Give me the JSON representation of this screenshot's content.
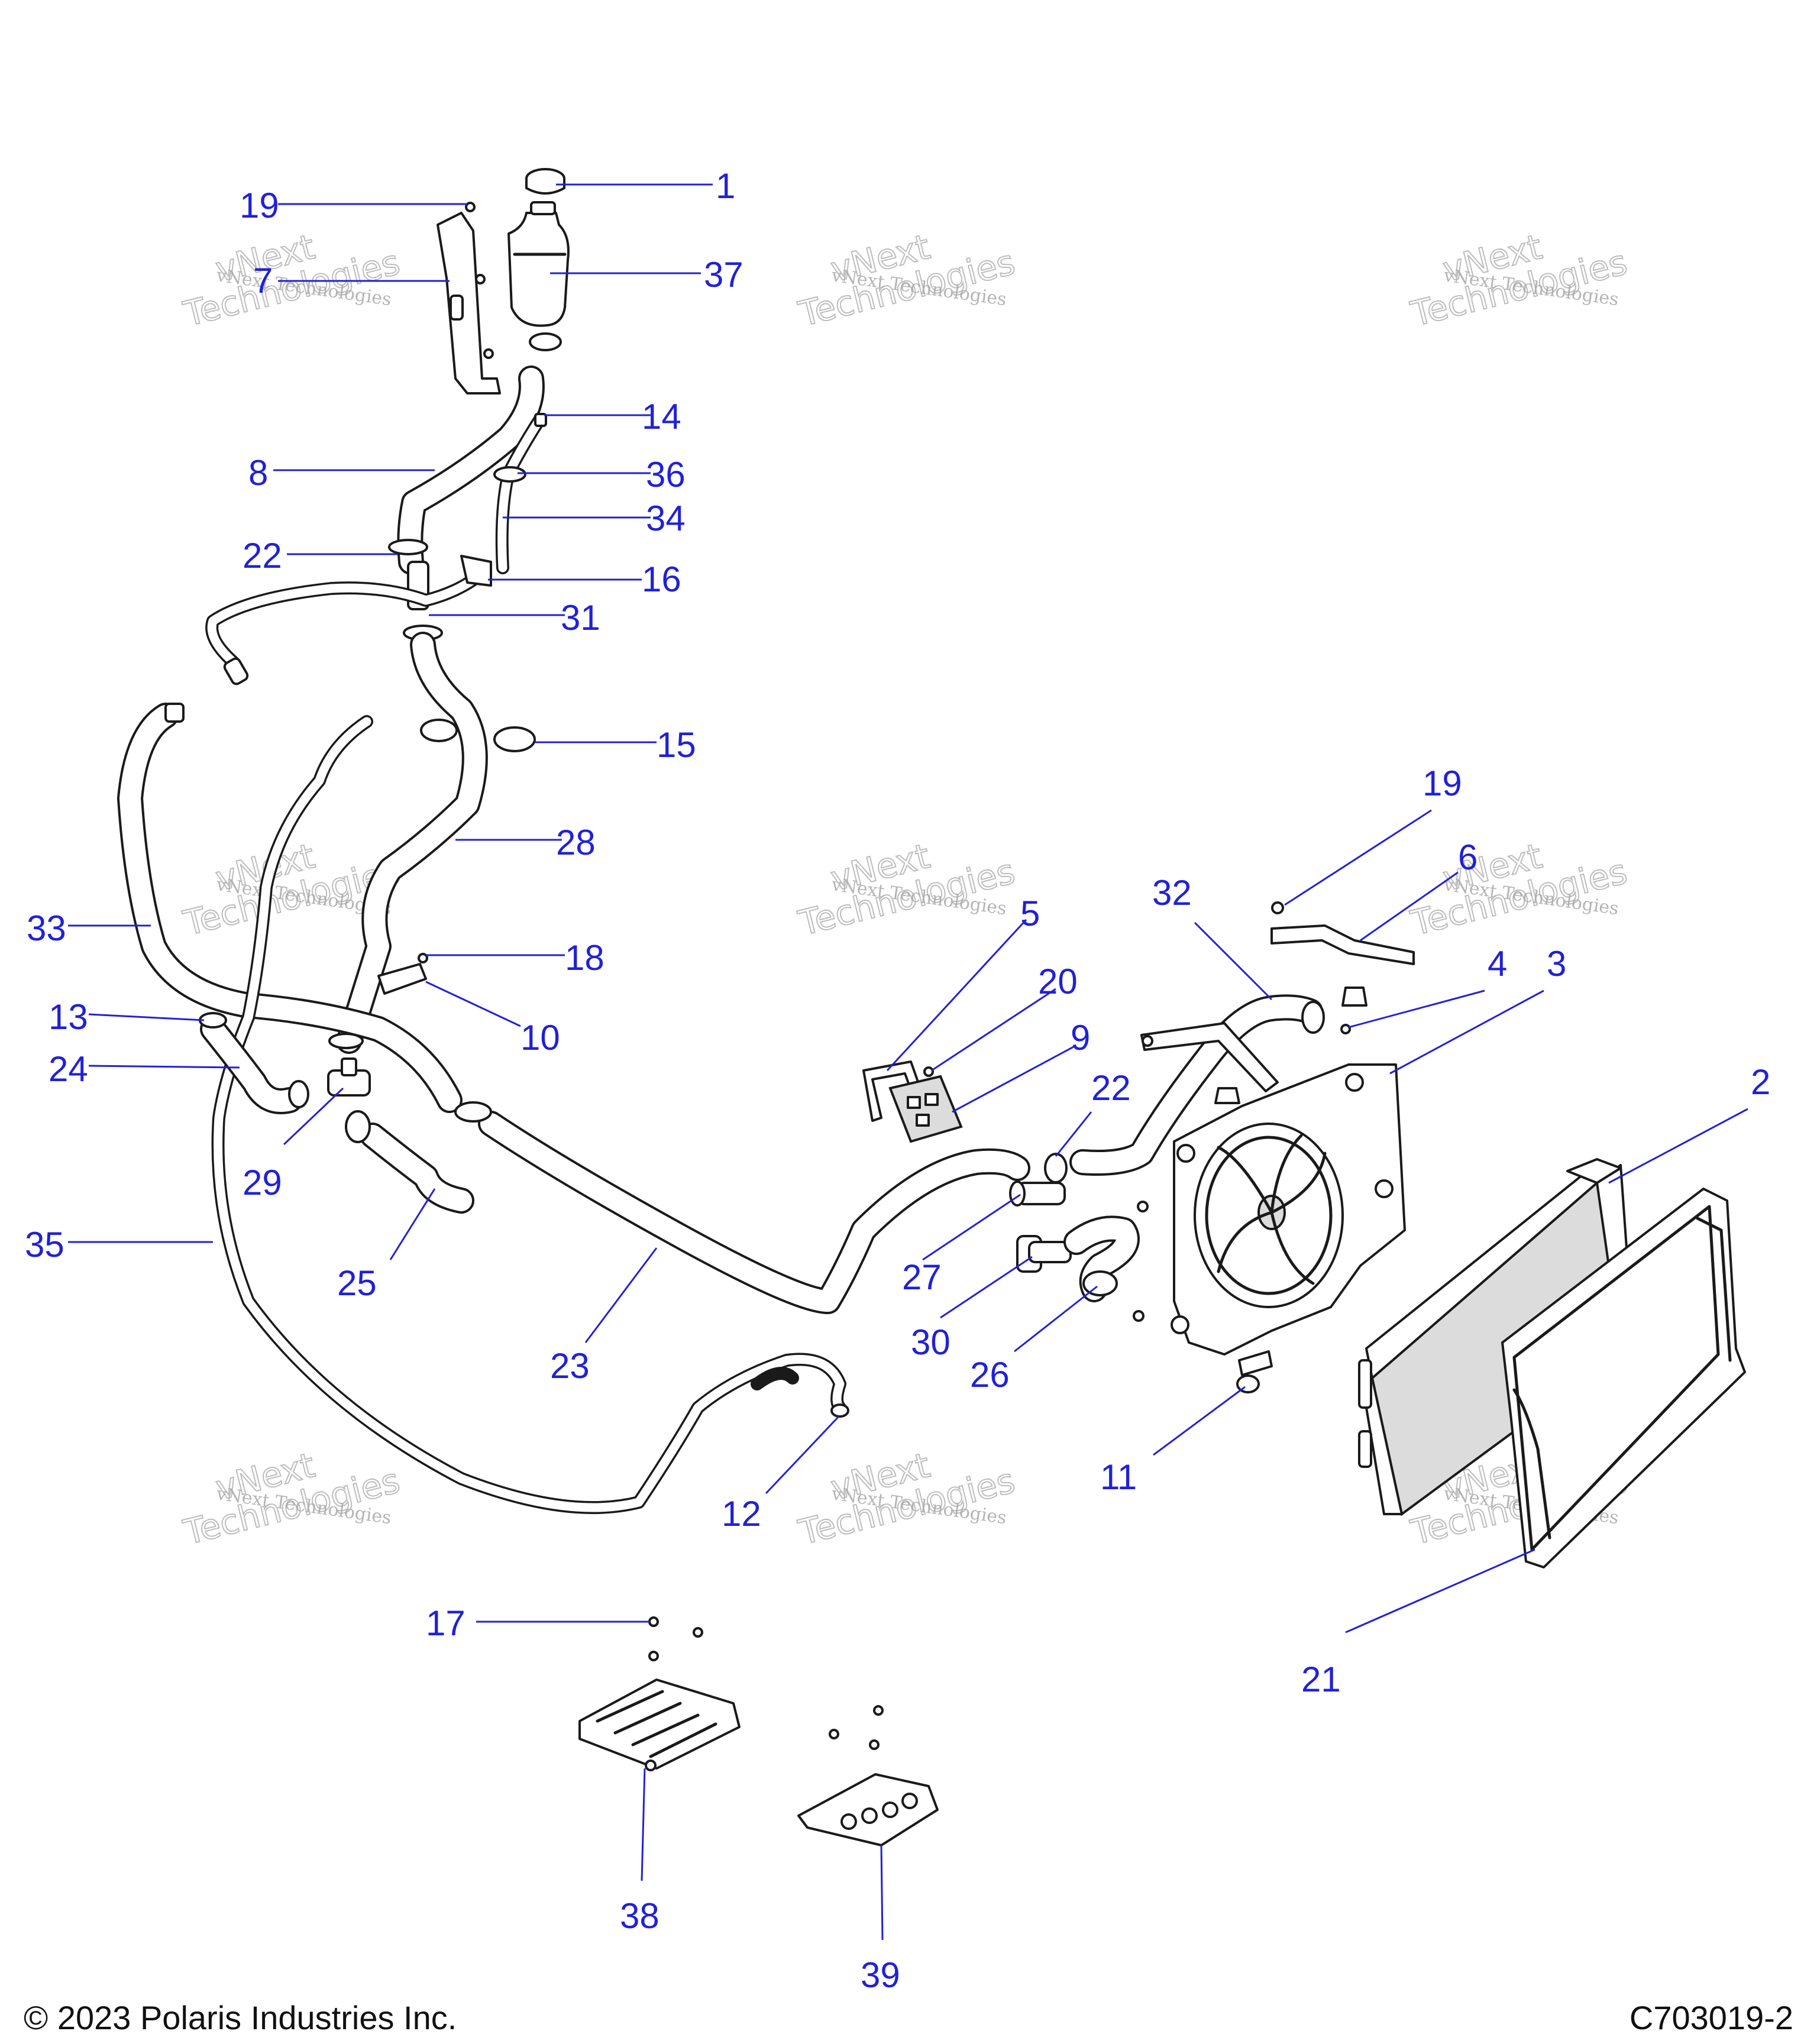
{
  "diagram": {
    "callouts": [
      "1",
      "2",
      "3",
      "4",
      "5",
      "6",
      "7",
      "8",
      "9",
      "10",
      "11",
      "12",
      "13",
      "14",
      "15",
      "16",
      "17",
      "18",
      "19",
      "19",
      "20",
      "21",
      "22",
      "22",
      "23",
      "24",
      "25",
      "26",
      "27",
      "28",
      "29",
      "30",
      "31",
      "32",
      "33",
      "34",
      "35",
      "36",
      "37",
      "38",
      "39"
    ],
    "watermark": {
      "line1": "vNext Technologies",
      "line2": "vNext",
      "line3": "Technologies"
    }
  },
  "footer": {
    "copyright": "© 2023 Polaris Industries Inc.",
    "drawing_number": "C703019-2"
  },
  "colors": {
    "callout": "#2121d6",
    "line_art": "#1a1a1a",
    "watermark": "#a9a9a9"
  }
}
